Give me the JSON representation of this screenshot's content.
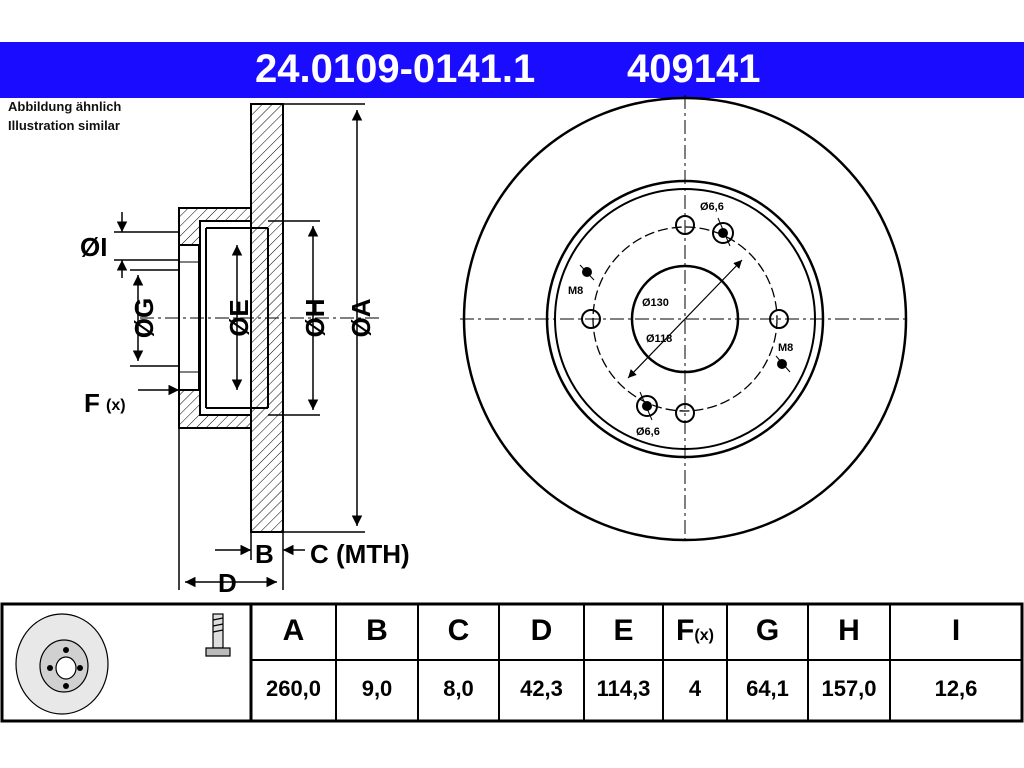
{
  "header": {
    "part_number": "24.0109-0141.1",
    "short_number": "409141",
    "bg_color": "#1a0dff"
  },
  "notes": {
    "line1": "Abbildung ähnlich",
    "line2": "Illustration similar"
  },
  "side_view": {
    "labels": {
      "I": "ØI",
      "G": "ØG",
      "E": "ØE",
      "H": "ØH",
      "A": "ØA",
      "F": "F",
      "F_sub": "(x)",
      "B": "B",
      "C": "C (MTH)",
      "D": "D"
    }
  },
  "front_view": {
    "labels": {
      "hole_top": "Ø6,6",
      "hole_bottom": "Ø6,6",
      "thread_left": "M8",
      "thread_right": "M8",
      "pcd": "Ø130",
      "center_bore": "Ø118"
    }
  },
  "spec_table": {
    "columns": [
      {
        "key": "A",
        "label": "A",
        "value": "260,0"
      },
      {
        "key": "B",
        "label": "B",
        "value": "9,0"
      },
      {
        "key": "C",
        "label": "C",
        "value": "8,0"
      },
      {
        "key": "D",
        "label": "D",
        "value": "42,3"
      },
      {
        "key": "E",
        "label": "E",
        "value": "114,3"
      },
      {
        "key": "F",
        "label": "F",
        "label_sub": "(x)",
        "value": "4"
      },
      {
        "key": "G",
        "label": "G",
        "value": "64,1"
      },
      {
        "key": "H",
        "label": "H",
        "value": "157,0"
      },
      {
        "key": "I",
        "label": "I",
        "value": "12,6"
      }
    ]
  }
}
